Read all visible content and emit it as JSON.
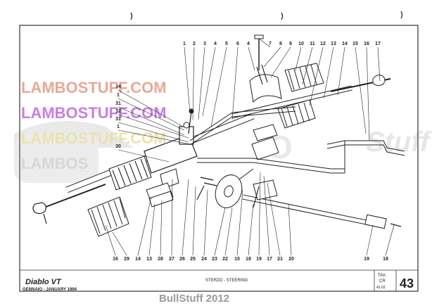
{
  "watermarks": {
    "line1": "LAMBOSTUFF.COM",
    "line2": "LAMBOSTUFF.COM",
    "line3": "LAMBOSTUFF.COM",
    "line4": "LAMBOS",
    "background_brand": "Stuff"
  },
  "callouts_top": [
    "1",
    "2",
    "3",
    "4",
    "5",
    "6",
    "4",
    "7",
    "8",
    "9",
    "10",
    "11",
    "12",
    "13",
    "14",
    "15",
    "16",
    "17"
  ],
  "callouts_left": [
    "34",
    "1",
    "31",
    "32",
    "31",
    "1",
    "30"
  ],
  "callouts_bottom": [
    "16",
    "29",
    "14",
    "13",
    "28",
    "27",
    "26",
    "25",
    "24",
    "23",
    "22",
    "15",
    "18",
    "19",
    "17",
    "21",
    "20",
    "19",
    "18"
  ],
  "footer": {
    "title": "STERZO - STEERING",
    "brand_logo_text": "Diablo VT",
    "date": "GENNAIO - JANUARY 1994",
    "tav_label": "TAV.",
    "tav_code": "CR",
    "tav_sub": "43.03",
    "tav_number": "43"
  },
  "credit": "BullStuff 2012",
  "colors": {
    "watermark_red": "#e8a898",
    "watermark_violet": "#c97fe0",
    "watermark_yellow": "#e9e1a6",
    "ink": "#222222"
  }
}
